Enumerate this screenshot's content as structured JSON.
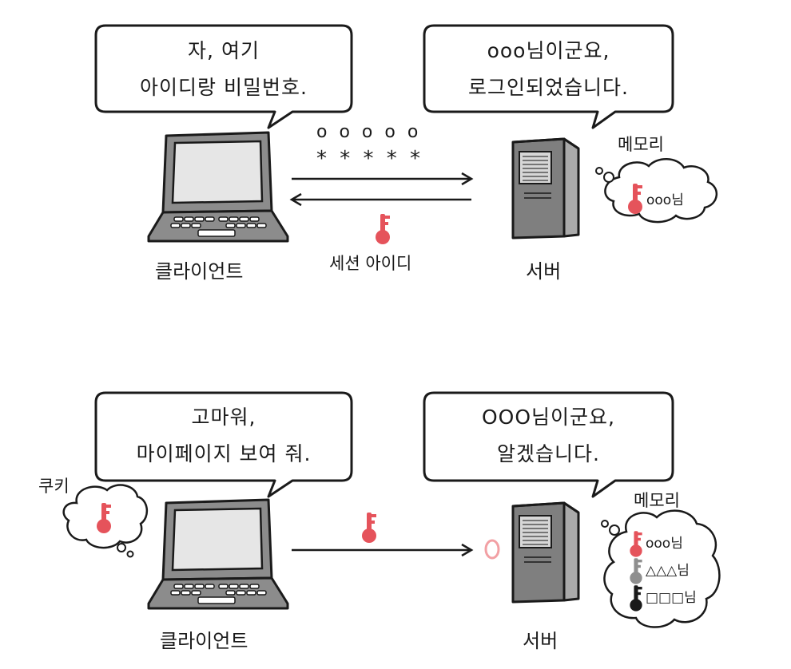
{
  "colors": {
    "key_red": "#e5535b",
    "key_gray": "#8f8f8f",
    "key_black": "#1a1a1a",
    "line": "#1a1a1a",
    "device_gray": "#8c8c8c"
  },
  "top": {
    "client_bubble": {
      "line1": "자, 여기",
      "line2": "아이디랑 비밀번호."
    },
    "server_bubble": {
      "line1": "ooo님이군요,",
      "line2": "로그인되었습니다."
    },
    "dots": "o o o o o",
    "stars": "* * * * *",
    "session_id_label": "세션 아이디",
    "memory_label": "메모리",
    "memory_entry": "ooo님",
    "client_label": "클라이언트",
    "server_label": "서버"
  },
  "bottom": {
    "client_bubble": {
      "line1": "고마워,",
      "line2": "마이페이지 보여 줘."
    },
    "server_bubble": {
      "line1": "OOO님이군요,",
      "line2": "알겠습니다."
    },
    "cookie_label": "쿠키",
    "memory_label": "메모리",
    "memory_entries": [
      "ooo님",
      "△△△님",
      "□□□님"
    ],
    "client_label": "클라이언트",
    "server_label": "서버"
  }
}
